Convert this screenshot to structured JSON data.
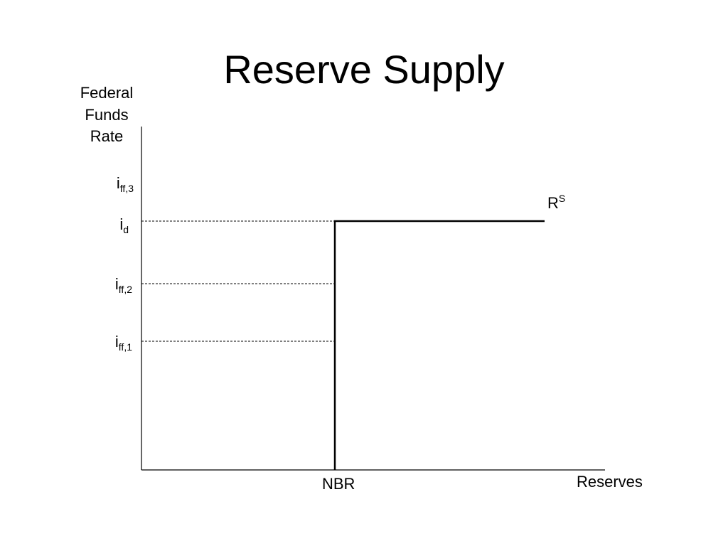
{
  "title": "Reserve Supply",
  "y_axis_label": [
    "Federal",
    "Funds",
    "Rate"
  ],
  "x_axis_label": "Reserves",
  "nbr_label": "NBR",
  "supply_curve": {
    "base": "R",
    "sup": "S"
  },
  "rate_levels": [
    {
      "base": "i",
      "sub": "ff,3"
    },
    {
      "base": "i",
      "sub": "d"
    },
    {
      "base": "i",
      "sub": "ff,2"
    },
    {
      "base": "i",
      "sub": "ff,1"
    }
  ],
  "colors": {
    "line": "#000000"
  }
}
